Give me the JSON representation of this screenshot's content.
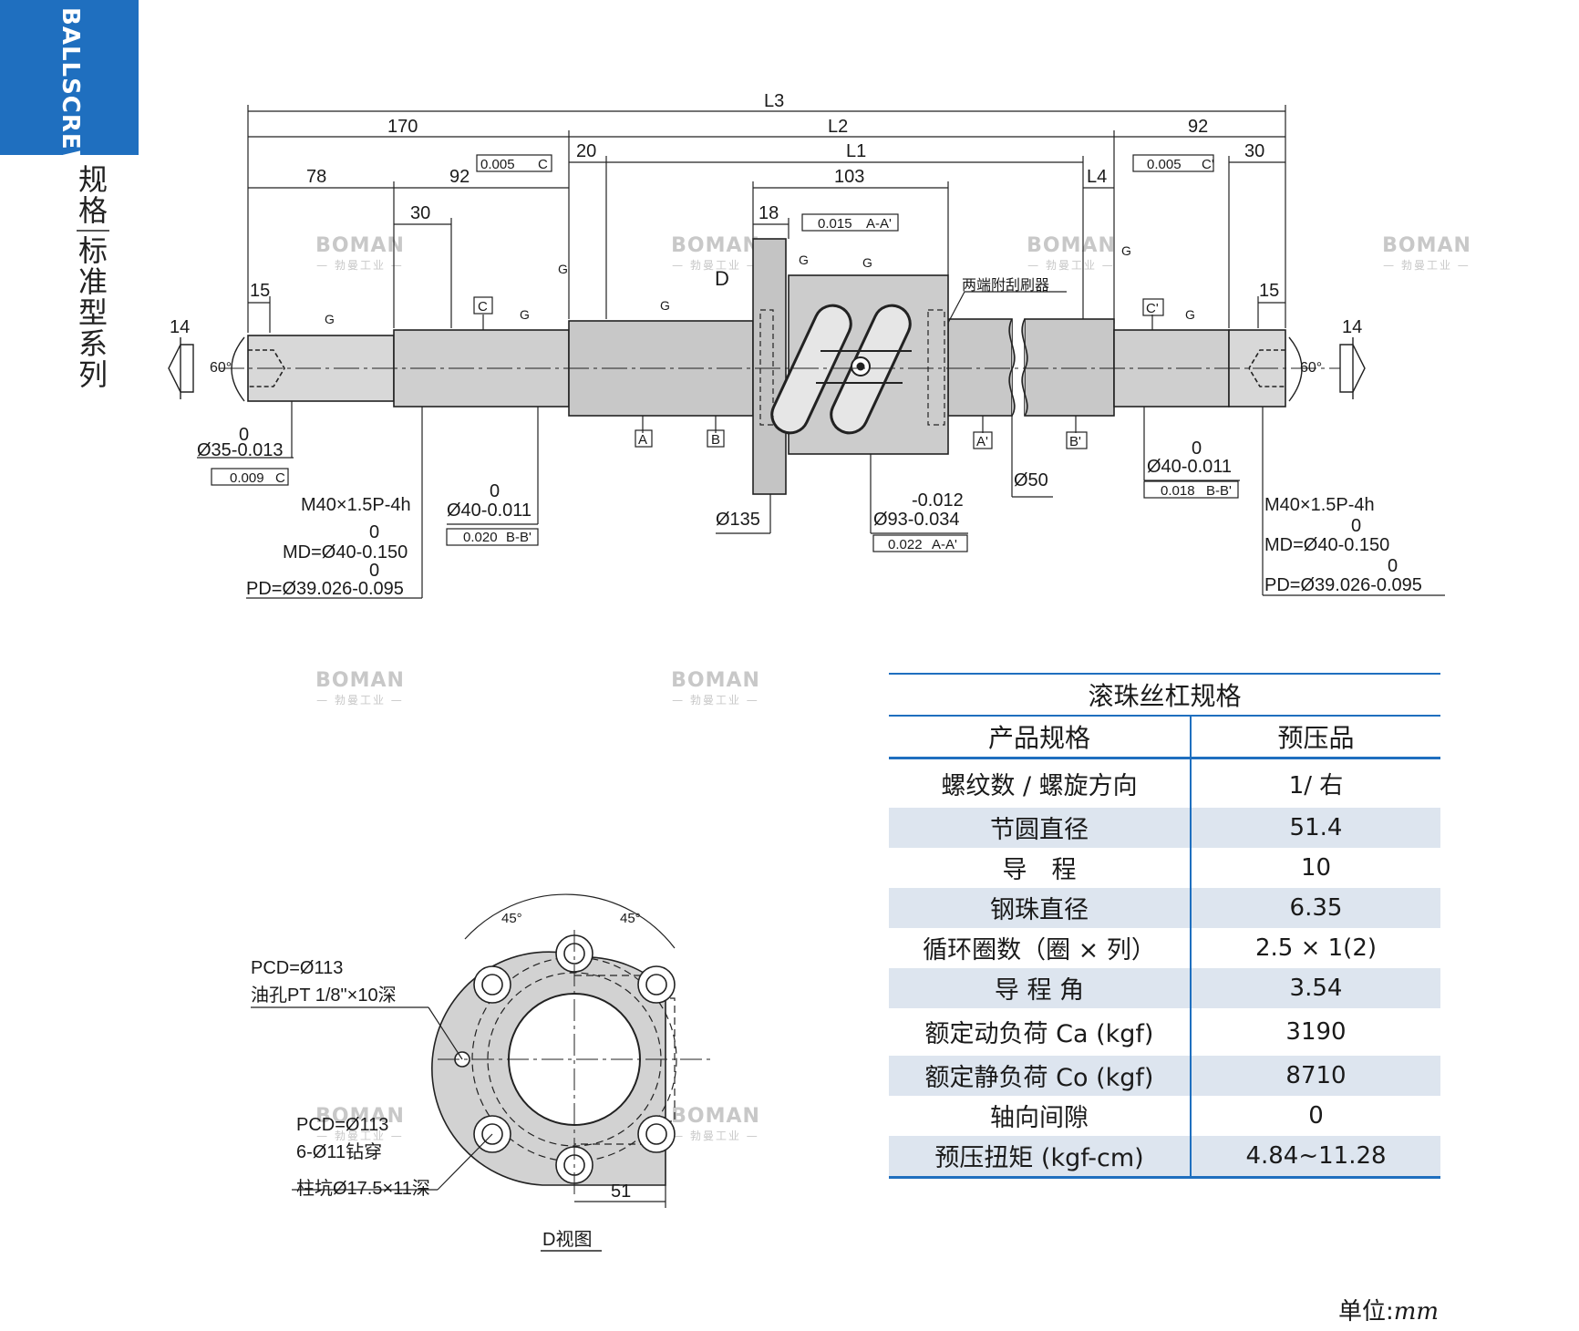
{
  "side": {
    "tab_text": "BALLSCREWS",
    "title_line1": "规格",
    "title_line2": "标准型系列",
    "tab_color": "#1f6fbf"
  },
  "watermark": {
    "brand": "BOMAN",
    "brand_cn": "— 勃曼工业 —"
  },
  "dims": {
    "L3": "L3",
    "L2": "L2",
    "L1": "L1",
    "L4": "L4",
    "d170": "170",
    "d92a": "92",
    "d78": "78",
    "d92b": "92",
    "d30a": "30",
    "d20": "20",
    "d103": "103",
    "d18": "18",
    "d30b": "30",
    "d15a": "15",
    "d15b": "15",
    "d14a": "14",
    "d14b": "14",
    "ang_a": "60°",
    "ang_b": "60°",
    "tol_perp_c": "0.005",
    "tol_perp_c2": "0.005",
    "tol_perp_aa": "0.015",
    "ref_c": "C",
    "ref_c2": "C'",
    "ref_aa": "A-A'",
    "ref_box_c": "C",
    "ref_box_c2": "C'",
    "grind": "G",
    "view_d": "D",
    "wiper": "两端附刮刷器",
    "label_a": "A",
    "label_b": "B",
    "label_a2": "A'",
    "label_b2": "B'",
    "d35_tol": "0",
    "d35": "Ø35-0.013",
    "conc": "0.009",
    "conc_ref": "C",
    "thread_l": "M40×1.5P-4h",
    "md_tol_l": "0",
    "md_l": "MD=Ø40-0.150",
    "pd_tol_l": "0",
    "pd_l": "PD=Ø39.026-0.095",
    "d40a_tol": "0",
    "d40a": "Ø40-0.011",
    "run_a": "0.020",
    "run_a_ref": "B-B'",
    "d135": "Ø135",
    "d93_tol": "-0.012",
    "d93": "Ø93-0.034",
    "run_nut": "0.022",
    "run_nut_ref": "A-A'",
    "d50": "Ø50",
    "d40b_tol": "0",
    "d40b": "Ø40-0.011",
    "run_b": "0.018",
    "run_b_ref": "B-B'",
    "thread_r": "M40×1.5P-4h",
    "md_tol_r": "0",
    "md_r": "MD=Ø40-0.150",
    "pd_tol_r": "0",
    "pd_r": "PD=Ø39.026-0.095"
  },
  "flange_view": {
    "pcd1": "PCD=Ø113",
    "oil": "油孔PT 1/8\"×10深",
    "pcd2": "PCD=Ø113",
    "holes": "6-Ø11钻穿",
    "cbore": "柱坑Ø17.5×11深",
    "ang1": "45°",
    "ang2": "45°",
    "d51": "51",
    "caption": "D视图"
  },
  "spec_table": {
    "title": "滚珠丝杠规格",
    "head_param": "产品规格",
    "head_value": "预压品",
    "rows": [
      {
        "param": "螺纹数 / 螺旋方向",
        "value": "1/ 右"
      },
      {
        "param": "节圆直径",
        "value": "51.4"
      },
      {
        "param": "导　程",
        "value": "10"
      },
      {
        "param": "钢珠直径",
        "value": "6.35"
      },
      {
        "param": "循环圈数（圈 × 列）",
        "value": "2.5 × 1(2)"
      },
      {
        "param": "导 程 角",
        "value": "3.54"
      },
      {
        "param": "额定动负荷 Ca (kgf)",
        "value": "3190"
      },
      {
        "param": "额定静负荷 Co (kgf)",
        "value": "8710"
      },
      {
        "param": "轴向间隙",
        "value": "0"
      },
      {
        "param": "预压扭矩 (kgf-cm)",
        "value": "4.84~11.28"
      }
    ]
  },
  "unit": {
    "label": "单位:",
    "value": "mm"
  }
}
